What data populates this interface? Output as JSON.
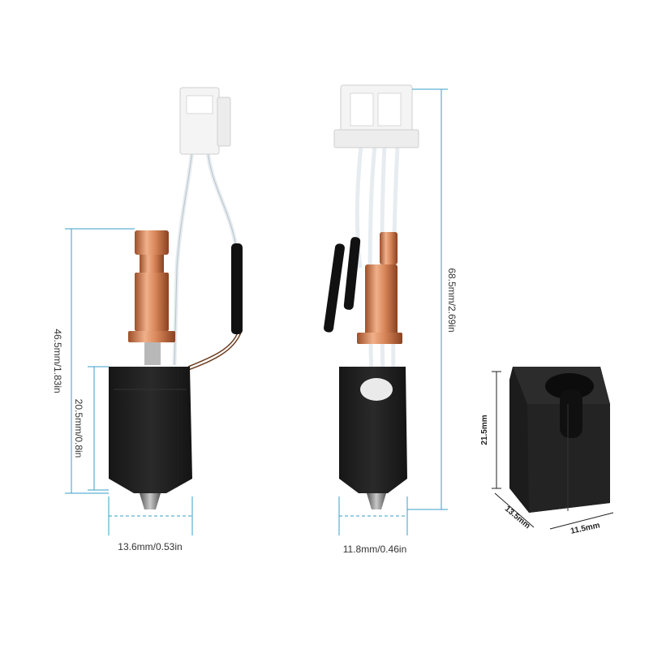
{
  "dimensions": {
    "left_height": "46.5mm/1.83in",
    "left_sock_height": "20.5mm/0.8in",
    "left_width": "13.6mm/0.53in",
    "right_height": "68.5mm/2.69in",
    "right_width": "11.8mm/0.46in",
    "sock_height": "21.5mm",
    "sock_depth": "13.5mm",
    "sock_width": "11.5mm"
  },
  "colors": {
    "dimension_line": "#3a9fc7",
    "copper": "#d9875a",
    "silicone_sock": "#1e1e1e",
    "connector": "#f4f4f4",
    "wire": "#e6ecf0",
    "heat_shrink": "#111111"
  }
}
